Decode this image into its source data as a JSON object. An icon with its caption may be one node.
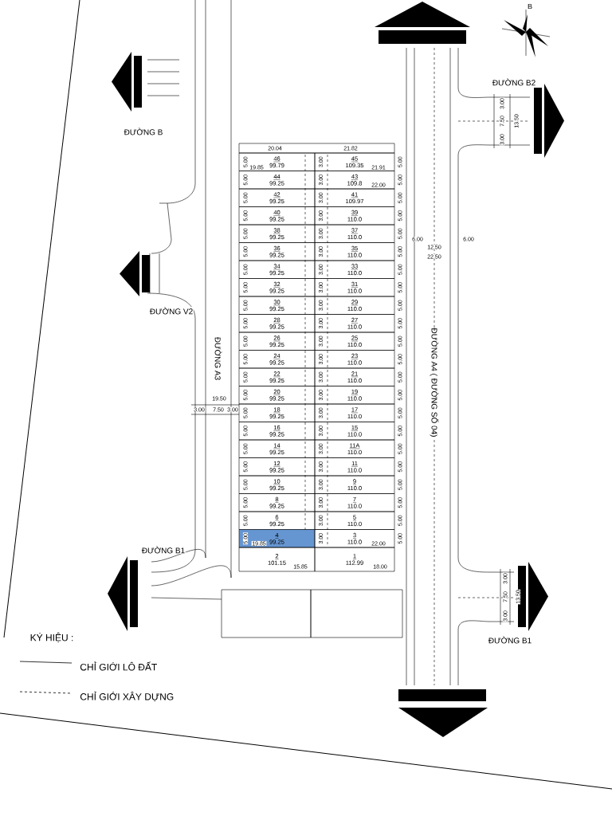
{
  "diagram": {
    "nodes": [
      {
        "text": [
          "46",
          "99.79"
        ]
      },
      {
        "text": [
          "45",
          "109.35"
        ]
      },
      {
        "text": [
          "44",
          "99.25"
        ]
      },
      {
        "text": [
          "43",
          "109.8"
        ]
      },
      {
        "text": [
          "42",
          "99.25"
        ]
      },
      {
        "text": [
          "41",
          "109.97"
        ]
      },
      {
        "text": [
          "40",
          "99.25"
        ]
      },
      {
        "text": [
          "39",
          "110.0"
        ]
      },
      {
        "text": [
          "38",
          "99.25"
        ]
      },
      {
        "text": [
          "37",
          "110.0"
        ]
      },
      {
        "text": [
          "36",
          "99.25"
        ]
      },
      {
        "text": [
          "35",
          "110.0"
        ]
      },
      {
        "text": [
          "34",
          "99.25"
        ]
      },
      {
        "text": [
          "33",
          "110.0"
        ]
      },
      {
        "text": [
          "32",
          "99.25"
        ]
      },
      {
        "text": [
          "31",
          "110.0"
        ]
      },
      {
        "text": [
          "30",
          "99.25"
        ]
      },
      {
        "text": [
          "29",
          "110.0"
        ]
      },
      {
        "text": [
          "28",
          "99.25"
        ]
      },
      {
        "text": [
          "27",
          "110.0"
        ]
      },
      {
        "text": [
          "26",
          "99.25"
        ]
      },
      {
        "text": [
          "25",
          "110.0"
        ]
      },
      {
        "text": [
          "24",
          "99.25"
        ]
      },
      {
        "text": [
          "23",
          "110.0"
        ]
      },
      {
        "text": [
          "22",
          "99.25"
        ]
      },
      {
        "text": [
          "21",
          "110.0"
        ]
      },
      {
        "text": [
          "20",
          "99.25"
        ]
      },
      {
        "text": [
          "19",
          "110.0"
        ]
      },
      {
        "text": [
          "18",
          "99.25"
        ]
      },
      {
        "text": [
          "17",
          "110.0"
        ]
      },
      {
        "text": [
          "16",
          "99.25"
        ]
      },
      {
        "text": [
          "15",
          "110.0"
        ]
      },
      {
        "text": [
          "14",
          "99.25"
        ]
      },
      {
        "text": [
          "11A",
          "110.0"
        ]
      },
      {
        "text": [
          "12",
          "99.25"
        ]
      },
      {
        "text": [
          "11",
          "110.0"
        ]
      },
      {
        "text": [
          "10",
          "99.25"
        ]
      },
      {
        "text": [
          "9",
          "110.0"
        ]
      },
      {
        "text": [
          "8",
          "99.25"
        ]
      },
      {
        "text": [
          "7",
          "110.0"
        ]
      },
      {
        "text": [
          "6",
          "99.25"
        ]
      },
      {
        "text": [
          "5",
          "110.0"
        ]
      },
      {
        "text": [
          "4",
          "99.25"
        ]
      },
      {
        "text": [
          "3",
          "110.0"
        ]
      },
      {
        "text": [
          "2",
          "101.15"
        ]
      },
      {
        "text": [
          "1",
          "112.99"
        ]
      },
      {
        "text": [],
        "shape": "box"
      },
      {
        "text": [],
        "shape": "box"
      }
    ],
    "labels": [
      "B",
      "ĐƯỜNG B2",
      "3.00",
      "7.50",
      "3.00",
      "13.50",
      "ĐƯỜNG B",
      "20.04",
      "21.82",
      "19.85",
      "21.91",
      "22.00",
      "6.00",
      "12.50",
      "6.00",
      "22.50",
      "ĐƯỜNG V2",
      "ĐƯỜNG A3",
      "ĐƯỜNG A4 ( ĐƯỜNG SỐ 04)",
      "19.50",
      "3.00",
      "7.50",
      "3.00",
      "5.00",
      "5.00",
      "5.00",
      "5.00",
      "5.00",
      "5.00",
      "5.00",
      "5.00",
      "5.00",
      "5.00",
      "5.00",
      "5.00",
      "5.00",
      "5.00",
      "5.00",
      "5.00",
      "5.00",
      "5.00",
      "5.00",
      "5.00",
      "5.00",
      "5.00",
      "3.00",
      "3.00",
      "3.00",
      "3.00",
      "3.00",
      "3.00",
      "3.00",
      "3.00",
      "3.00",
      "3.00",
      "3.00",
      "3.00",
      "3.00",
      "3.00",
      "3.00",
      "3.00",
      "3.00",
      "3.00",
      "3.00",
      "3.00",
      "3.00",
      "3.00",
      "5.00",
      "5.00",
      "5.00",
      "5.00",
      "5.00",
      "5.00",
      "5.00",
      "5.00",
      "5.00",
      "5.00",
      "5.00",
      "5.00",
      "5.00",
      "5.00",
      "5.00",
      "5.00",
      "5.00",
      "5.00",
      "5.00",
      "5.00",
      "5.00",
      "5.00",
      "19.85",
      "22.00",
      "15.85",
      "18.00",
      "ĐƯỜNG B1",
      "ĐƯỜNG B1",
      "3.00",
      "7.50",
      "3.00",
      "13.50",
      "KÝ HIỆU :"
    ],
    "legend": [
      {
        "text": "CHỈ GIỚI LÔ ĐẤT"
      },
      {
        "text": "CHỈ GIỚI XÂY DỰNG"
      }
    ]
  }
}
